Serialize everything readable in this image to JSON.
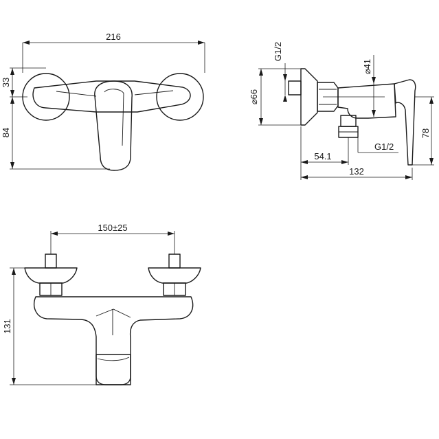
{
  "front_view": {
    "width": "216",
    "height_upper": "33",
    "height_lower": "84"
  },
  "side_view": {
    "thread_top": "G1/2",
    "diameter_small": "⌀41",
    "diameter_large": "⌀66",
    "outlet_offset": "54.1",
    "thread_outlet": "G1/2",
    "depth": "132",
    "height": "78"
  },
  "top_view": {
    "center_distance": "150±25",
    "height": "131"
  }
}
